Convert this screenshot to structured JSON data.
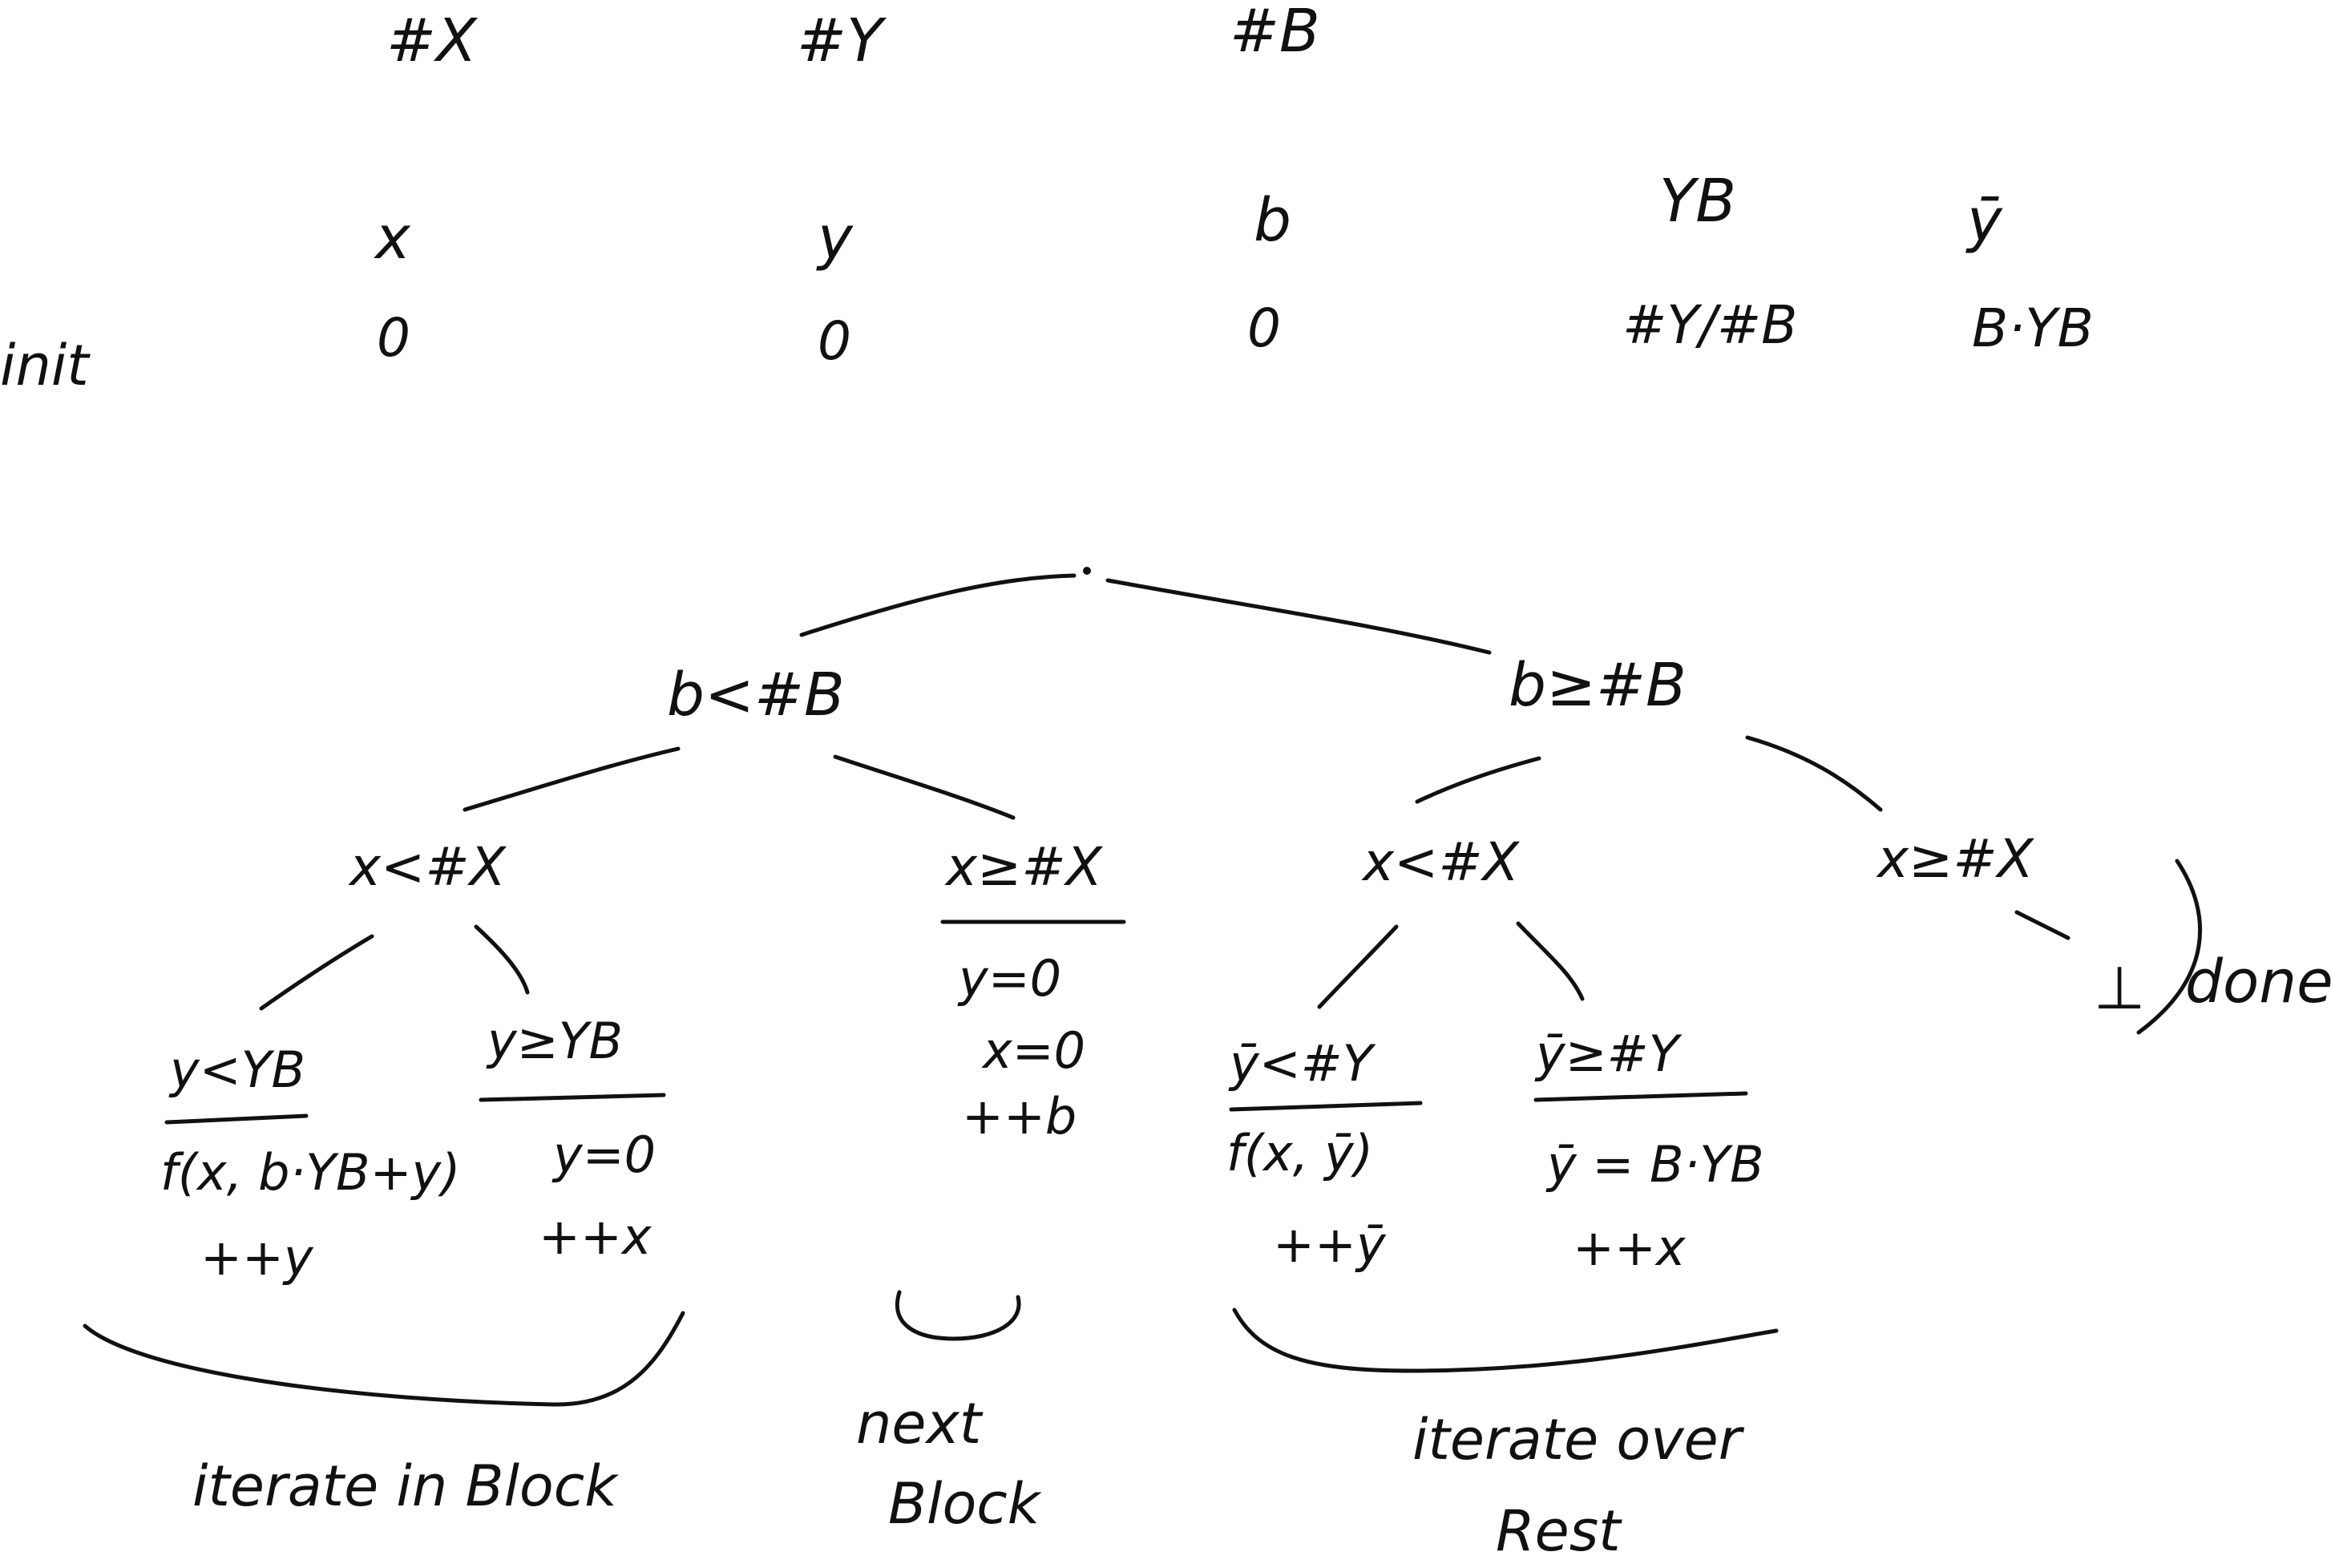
{
  "header": {
    "count_x": "#X",
    "count_y": "#Y",
    "count_b": "#B"
  },
  "variables": {
    "names": [
      "x",
      "y",
      "b",
      "YB",
      "ȳ"
    ],
    "init_label": "init",
    "init_values": [
      "0",
      "0",
      "0",
      "#Y/#B",
      "B·YB"
    ]
  },
  "tree": {
    "root_left": "b<#B",
    "root_right": "b≥#B",
    "left": {
      "cond_lt": "x<#X",
      "cond_ge": "x≥#X",
      "leaf_y_lt": {
        "cond": "y<YB",
        "actions": [
          "f(x, b·YB+y)",
          "++y"
        ]
      },
      "leaf_y_ge": {
        "cond": "y≥YB",
        "actions": [
          "y=0",
          "++x"
        ]
      },
      "next_block_actions": [
        "y=0",
        "x=0",
        "++b"
      ]
    },
    "right": {
      "cond_lt": "x<#X",
      "cond_ge": "x≥#X",
      "leaf_yb_lt": {
        "cond": "ȳ<#Y",
        "actions": [
          "f(x, ȳ)",
          "++ȳ"
        ]
      },
      "leaf_yb_ge": {
        "cond": "ȳ≥#Y",
        "actions": [
          "ȳ = B·YB",
          "++x"
        ]
      },
      "terminal": "⊥",
      "done_label": "done"
    }
  },
  "annotations": {
    "iterate_in_block": "iterate in Block",
    "next_block_line1": "next",
    "next_block_line2": "Block",
    "iterate_over_line1": "iterate over",
    "iterate_over_line2": "Rest"
  }
}
